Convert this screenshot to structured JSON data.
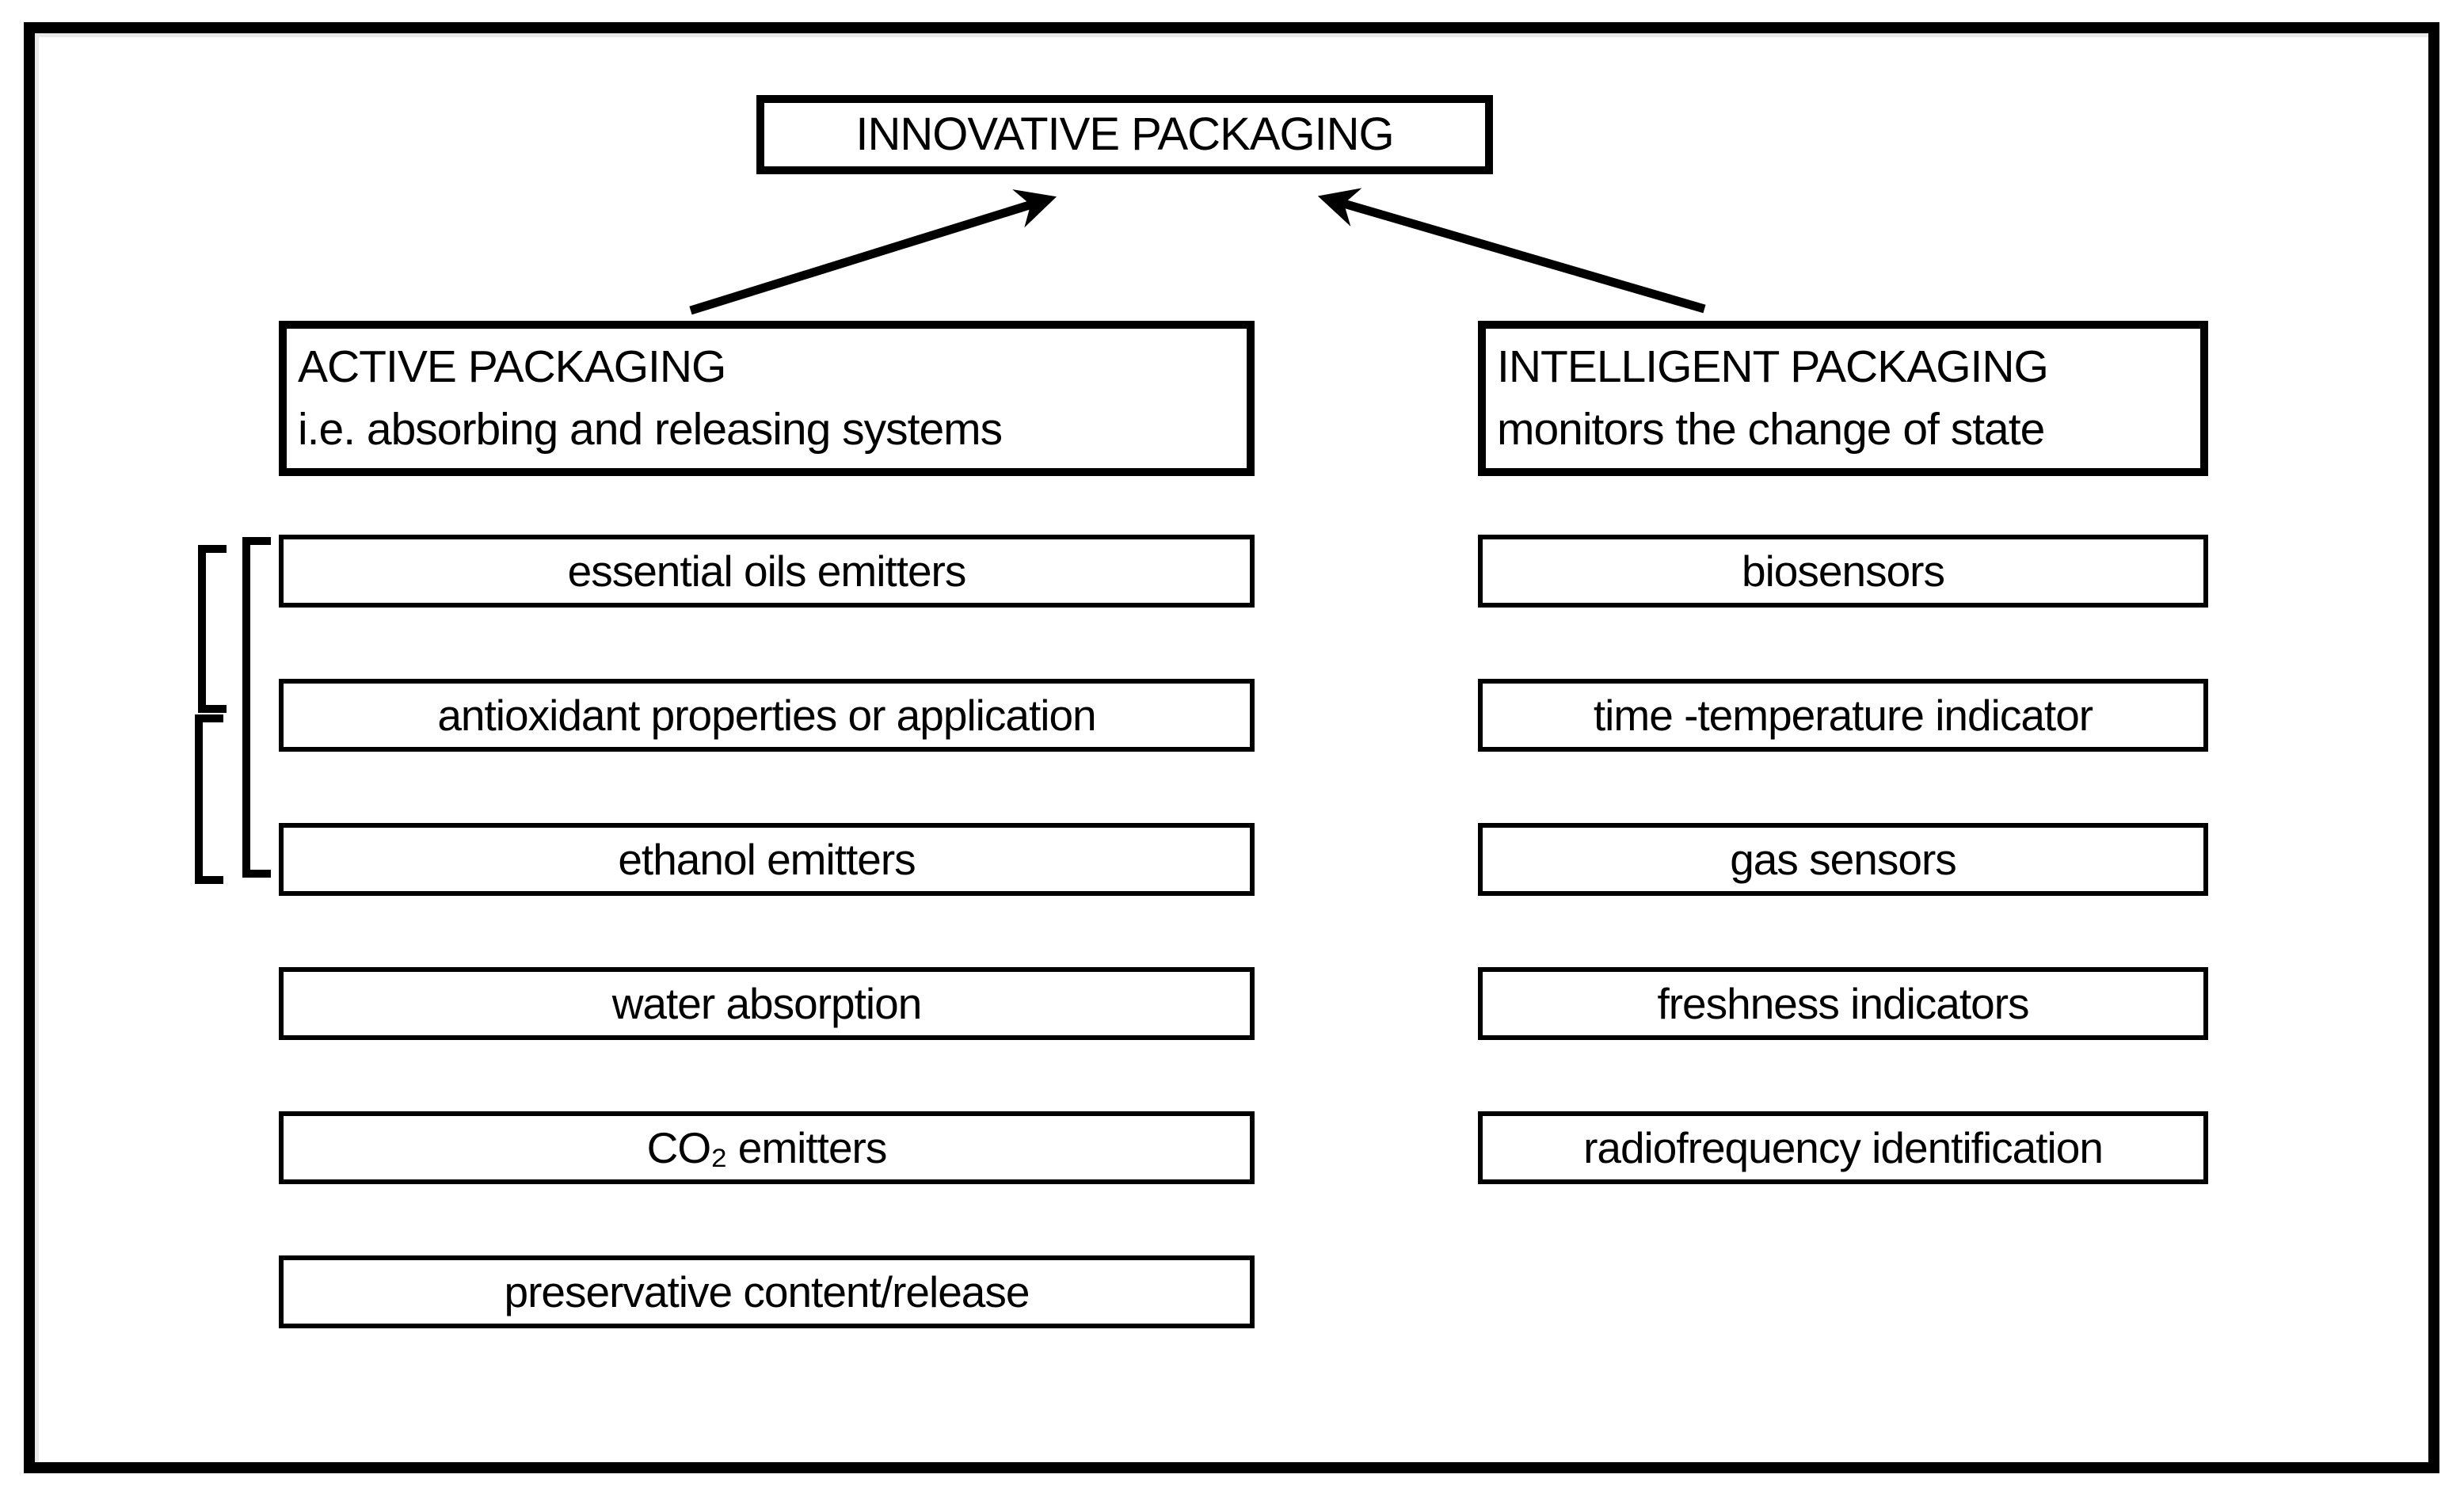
{
  "diagram": {
    "root_label": "INNOVATIVE PACKAGING",
    "left_branch": {
      "title": "ACTIVE PACKAGING",
      "subtitle": "i.e. absorbing and releasing systems",
      "items": [
        "essential oils emitters",
        "antioxidant properties or application",
        "ethanol emitters",
        "water absorption",
        "CO₂ emitters",
        "preservative content/release"
      ]
    },
    "right_branch": {
      "title": "INTELLIGENT PACKAGING",
      "subtitle": "monitors the change of state",
      "items": [
        "biosensors",
        "time -temperature indicator",
        "gas sensors",
        "freshness indicators",
        "radiofrequency identification"
      ]
    },
    "colors": {
      "line": "#000000",
      "background": "#ffffff"
    }
  }
}
